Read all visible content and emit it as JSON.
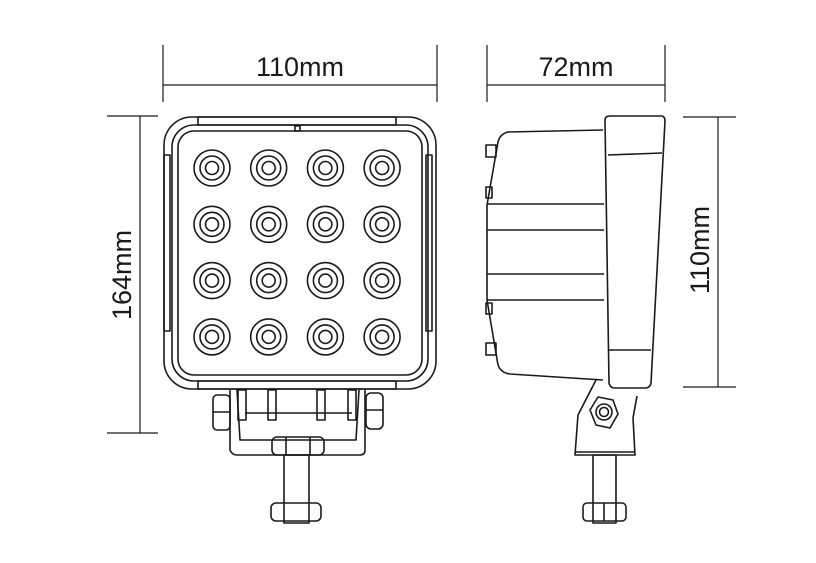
{
  "dimensions": {
    "front_width": "110mm",
    "front_height": "164mm",
    "side_depth": "72mm",
    "side_height": "110mm"
  },
  "led_grid": {
    "rows": 4,
    "columns": 4
  },
  "colors": {
    "line": "#1a1a1a",
    "background": "#ffffff"
  }
}
